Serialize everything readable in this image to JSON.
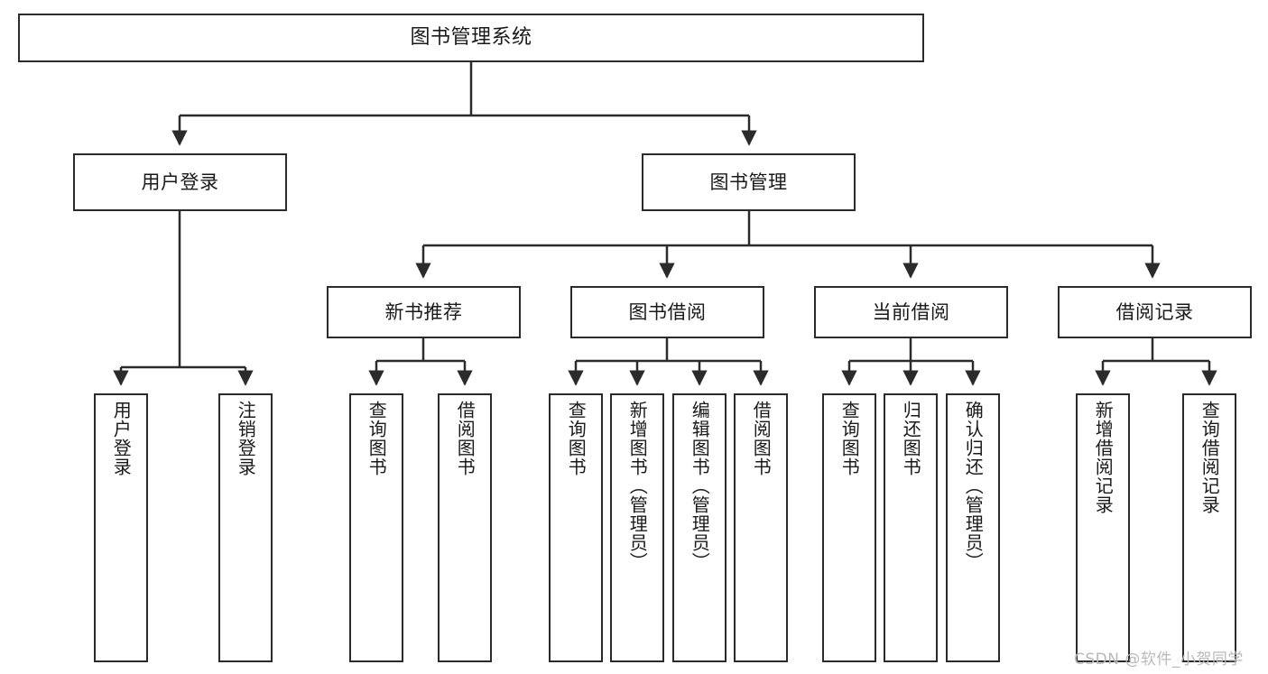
{
  "diagram": {
    "title": "图书管理系统",
    "type": "tree-hierarchy",
    "watermark": "CSDN @软件_小贺同学",
    "colors": {
      "box_border": "#2b2b2b",
      "box_fill": "#ffffff",
      "connector": "#2b2b2b",
      "text": "#1a1a1a",
      "watermark": "#b9b9b9",
      "background": "#ffffff"
    },
    "levels": {
      "level1": [
        "图书管理系统"
      ],
      "level2": [
        "用户登录",
        "图书管理"
      ],
      "level3": [
        "新书推荐",
        "图书借阅",
        "当前借阅",
        "借阅记录"
      ],
      "level4": [
        "用户登录",
        "注销登录",
        "查询图书",
        "借阅图书",
        "查询图书",
        "新增图书（管理员）",
        "编辑图书（管理员）",
        "借阅图书",
        "查询图书",
        "归还图书",
        "确认归还（管理员）",
        "新增借阅记录",
        "查询借阅记录"
      ]
    },
    "nodes": {
      "root": {
        "label": "图书管理系统"
      },
      "user_login": {
        "label": "用户登录"
      },
      "book_manage": {
        "label": "图书管理"
      },
      "new_book_rec": {
        "label": "新书推荐"
      },
      "book_borrow": {
        "label": "图书借阅"
      },
      "current_borrow": {
        "label": "当前借阅"
      },
      "borrow_record": {
        "label": "借阅记录"
      },
      "leaf_user_login": {
        "label": "用户登录"
      },
      "leaf_logout": {
        "label": "注销登录"
      },
      "leaf_query_book_1": {
        "label": "查询图书"
      },
      "leaf_borrow_book_1": {
        "label": "借阅图书"
      },
      "leaf_query_book_2": {
        "label": "查询图书"
      },
      "leaf_add_book": {
        "label": "新增图书（管理员）"
      },
      "leaf_edit_book": {
        "label": "编辑图书（管理员）"
      },
      "leaf_borrow_book_2": {
        "label": "借阅图书"
      },
      "leaf_query_book_3": {
        "label": "查询图书"
      },
      "leaf_return_book": {
        "label": "归还图书"
      },
      "leaf_confirm_return": {
        "label": "确认归还（管理员）"
      },
      "leaf_add_record": {
        "label": "新增借阅记录"
      },
      "leaf_query_record": {
        "label": "查询借阅记录"
      }
    },
    "edges": [
      {
        "from": "root",
        "to": "user_login"
      },
      {
        "from": "root",
        "to": "book_manage"
      },
      {
        "from": "user_login",
        "to": "leaf_user_login"
      },
      {
        "from": "user_login",
        "to": "leaf_logout"
      },
      {
        "from": "book_manage",
        "to": "new_book_rec"
      },
      {
        "from": "book_manage",
        "to": "book_borrow"
      },
      {
        "from": "book_manage",
        "to": "current_borrow"
      },
      {
        "from": "book_manage",
        "to": "borrow_record"
      },
      {
        "from": "new_book_rec",
        "to": "leaf_query_book_1"
      },
      {
        "from": "new_book_rec",
        "to": "leaf_borrow_book_1"
      },
      {
        "from": "book_borrow",
        "to": "leaf_query_book_2"
      },
      {
        "from": "book_borrow",
        "to": "leaf_add_book"
      },
      {
        "from": "book_borrow",
        "to": "leaf_edit_book"
      },
      {
        "from": "book_borrow",
        "to": "leaf_borrow_book_2"
      },
      {
        "from": "current_borrow",
        "to": "leaf_query_book_3"
      },
      {
        "from": "current_borrow",
        "to": "leaf_return_book"
      },
      {
        "from": "current_borrow",
        "to": "leaf_confirm_return"
      },
      {
        "from": "borrow_record",
        "to": "leaf_add_record"
      },
      {
        "from": "borrow_record",
        "to": "leaf_query_record"
      }
    ]
  }
}
